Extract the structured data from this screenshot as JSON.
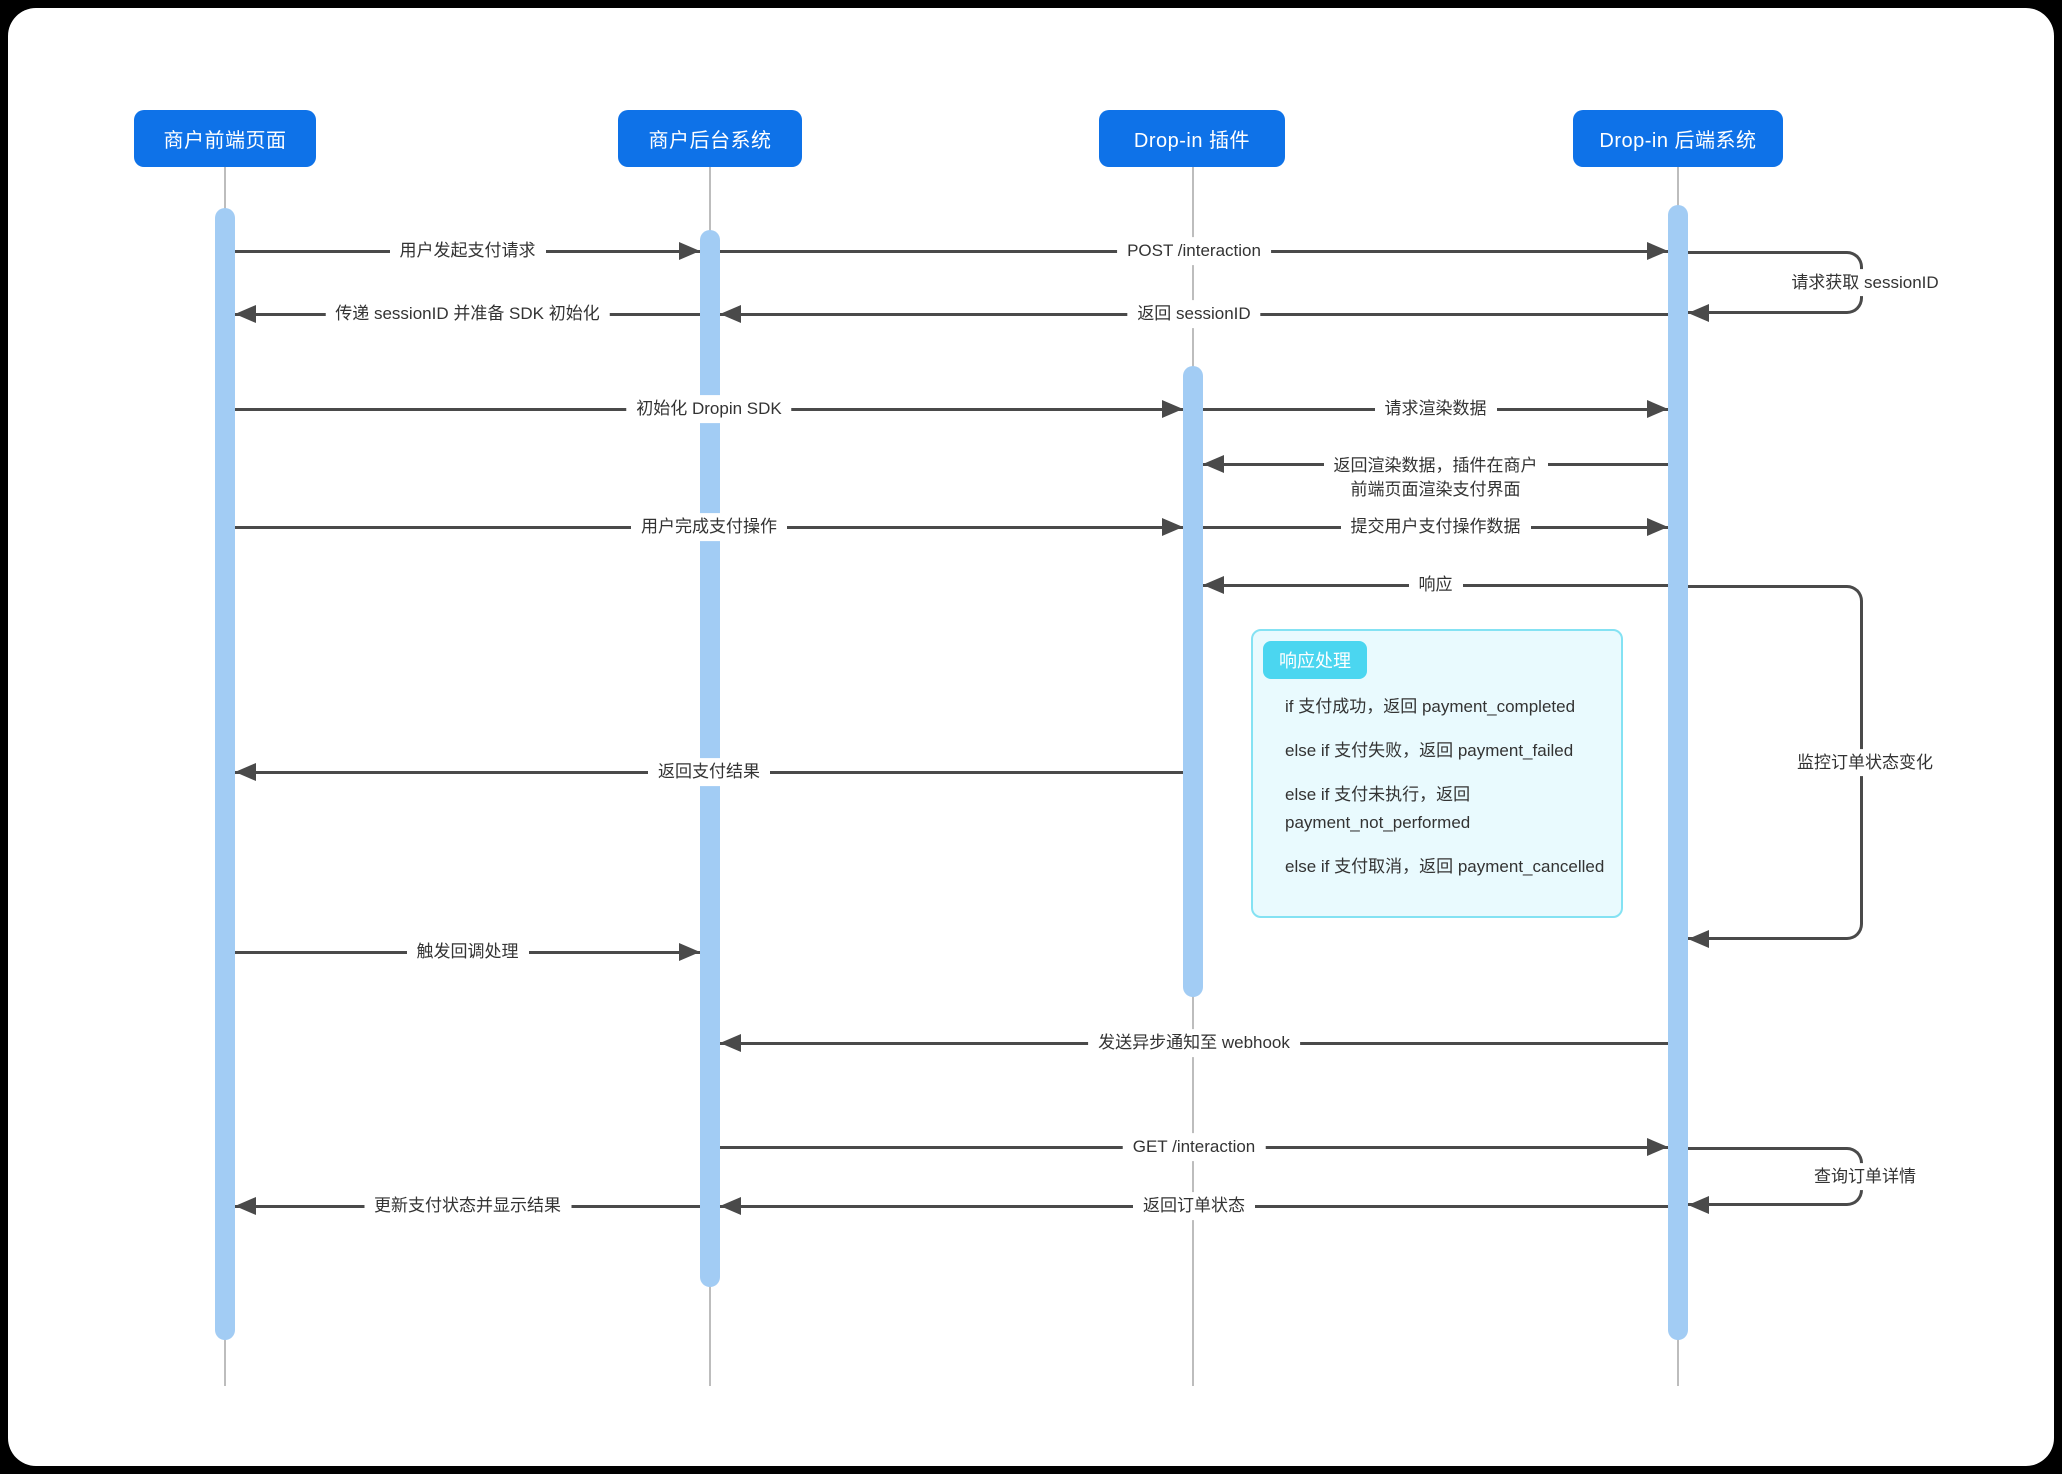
{
  "colors": {
    "actor_blue": "#0e72e8",
    "activation_bar": "#a2ccf4",
    "lifeline_gray": "#bdbdbd",
    "arrow_gray": "#4a4a4a",
    "note_bg": "#e9fafe",
    "note_border": "#84e2f3",
    "note_tab_bg": "#4bd6f0"
  },
  "actors": [
    {
      "label": "商户前端页面"
    },
    {
      "label": "商户后台系统"
    },
    {
      "label": "Drop-in 插件"
    },
    {
      "label": "Drop-in 后端系统"
    }
  ],
  "messages": [
    {
      "type": "message",
      "from": "商户前端页面",
      "to": "商户后台系统",
      "label": "用户发起支付请求"
    },
    {
      "type": "message",
      "from": "商户后台系统",
      "to": "Drop-in 后端系统",
      "label": "POST /interaction"
    },
    {
      "type": "self",
      "actor": "Drop-in 后端系统",
      "label": "请求获取 sessionID"
    },
    {
      "type": "message",
      "from": "Drop-in 后端系统",
      "to": "商户后台系统",
      "label": "返回 sessionID"
    },
    {
      "type": "message",
      "from": "商户后台系统",
      "to": "商户前端页面",
      "label": "传递 sessionID 并准备 SDK 初始化"
    },
    {
      "type": "message",
      "from": "商户前端页面",
      "to": "Drop-in 插件",
      "label": "初始化 Dropin SDK"
    },
    {
      "type": "message",
      "from": "Drop-in 插件",
      "to": "Drop-in 后端系统",
      "label": "请求渲染数据"
    },
    {
      "type": "message",
      "from": "Drop-in 后端系统",
      "to": "Drop-in 插件",
      "label": "返回渲染数据，插件在商户\n前端页面渲染支付界面"
    },
    {
      "type": "message",
      "from": "商户前端页面",
      "to": "Drop-in 插件",
      "label": "用户完成支付操作"
    },
    {
      "type": "message",
      "from": "Drop-in 插件",
      "to": "Drop-in 后端系统",
      "label": "提交用户支付操作数据"
    },
    {
      "type": "message",
      "from": "Drop-in 后端系统",
      "to": "Drop-in 插件",
      "label": "响应"
    },
    {
      "type": "self",
      "actor": "Drop-in 后端系统",
      "label": "监控订单状态变化"
    },
    {
      "type": "message",
      "from": "Drop-in 插件",
      "to": "商户前端页面",
      "label": "返回支付结果"
    },
    {
      "type": "message",
      "from": "商户前端页面",
      "to": "商户后台系统",
      "label": "触发回调处理"
    },
    {
      "type": "message",
      "from": "Drop-in 后端系统",
      "to": "商户后台系统",
      "label": "发送异步通知至 webhook"
    },
    {
      "type": "message",
      "from": "商户后台系统",
      "to": "Drop-in 后端系统",
      "label": "GET /interaction"
    },
    {
      "type": "self",
      "actor": "Drop-in 后端系统",
      "label": "查询订单详情"
    },
    {
      "type": "message",
      "from": "Drop-in 后端系统",
      "to": "商户后台系统",
      "label": "返回订单状态"
    },
    {
      "type": "message",
      "from": "商户后台系统",
      "to": "商户前端页面",
      "label": "更新支付状态并显示结果"
    }
  ],
  "note": {
    "title": "响应处理",
    "items": [
      "if 支付成功，返回 payment_completed",
      "else if 支付失败，返回 payment_failed",
      "else if 支付未执行，返回 payment_not_performed",
      "else if 支付取消，返回 payment_cancelled"
    ]
  }
}
